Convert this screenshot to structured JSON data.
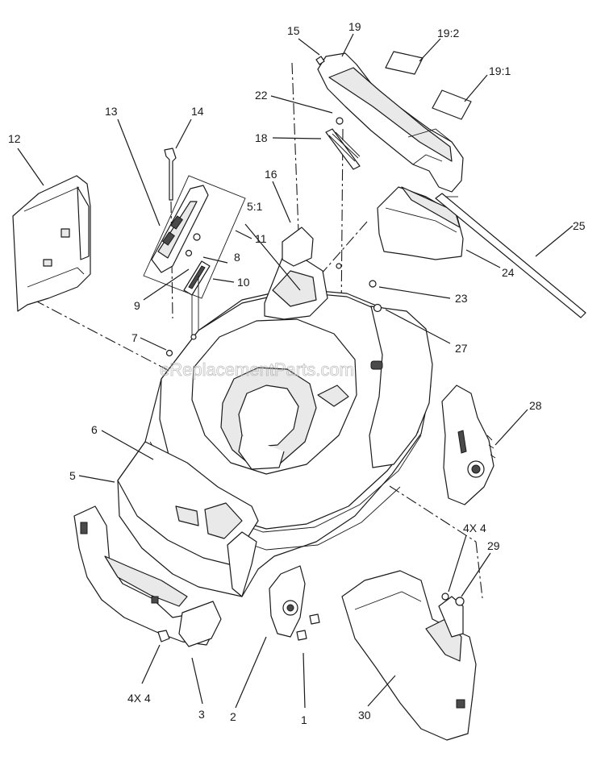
{
  "diagram": {
    "watermark": "eReplacementParts.com",
    "callouts": {
      "c1": "1",
      "c2": "2",
      "c3": "3",
      "c4x4_left": "4X 4",
      "c4x4_right": "4X 4",
      "c5": "5",
      "c5_1": "5:1",
      "c6": "6",
      "c7": "7",
      "c8": "8",
      "c9": "9",
      "c10": "10",
      "c11": "11",
      "c12": "12",
      "c13": "13",
      "c14": "14",
      "c15": "15",
      "c16": "16",
      "c18": "18",
      "c19": "19",
      "c19_1": "19:1",
      "c19_2": "19:2",
      "c22": "22",
      "c23": "23",
      "c24": "24",
      "c25": "25",
      "c27": "27",
      "c28": "28",
      "c29": "29",
      "c30": "30"
    }
  }
}
